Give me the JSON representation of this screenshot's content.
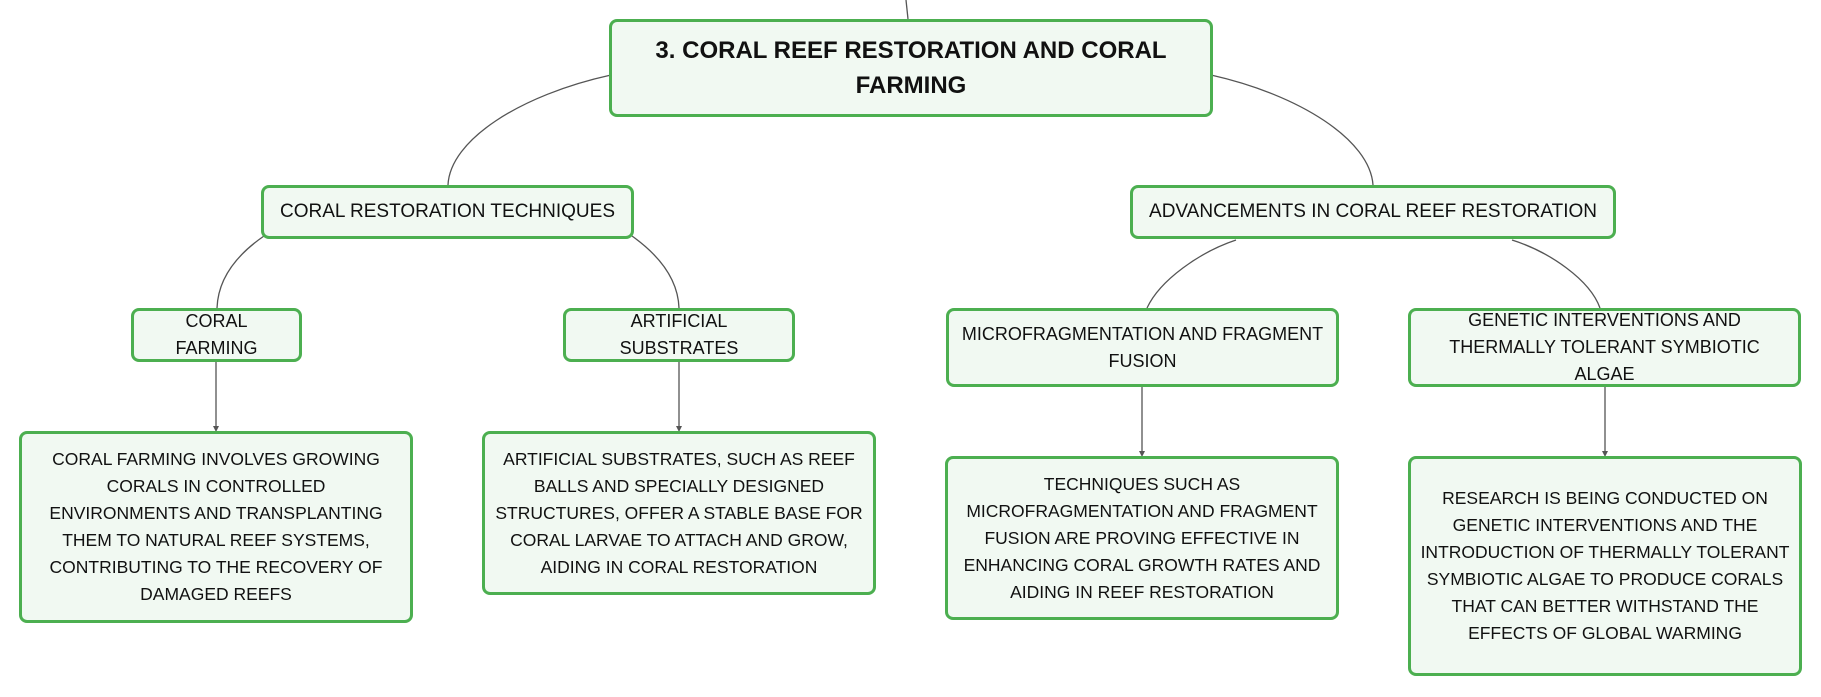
{
  "root": {
    "title": "3. CORAL REEF RESTORATION AND CORAL FARMING"
  },
  "branches": [
    {
      "label": "CORAL RESTORATION TECHNIQUES",
      "children": [
        {
          "label": "CORAL FARMING",
          "detail": "CORAL FARMING INVOLVES GROWING CORALS IN CONTROLLED ENVIRONMENTS AND TRANSPLANTING THEM TO NATURAL REEF SYSTEMS, CONTRIBUTING TO THE RECOVERY OF DAMAGED REEFS"
        },
        {
          "label": "ARTIFICIAL SUBSTRATES",
          "detail": "ARTIFICIAL SUBSTRATES, SUCH AS REEF BALLS AND SPECIALLY DESIGNED STRUCTURES, OFFER A STABLE BASE FOR CORAL LARVAE TO ATTACH AND GROW, AIDING IN CORAL RESTORATION"
        }
      ]
    },
    {
      "label": "ADVANCEMENTS IN CORAL REEF RESTORATION",
      "children": [
        {
          "label": "MICROFRAGMENTATION AND FRAGMENT FUSION",
          "detail": "TECHNIQUES SUCH AS MICROFRAGMENTATION AND FRAGMENT FUSION ARE PROVING EFFECTIVE IN ENHANCING CORAL GROWTH RATES AND AIDING IN REEF RESTORATION"
        },
        {
          "label": "GENETIC INTERVENTIONS AND THERMALLY TOLERANT SYMBIOTIC ALGAE",
          "detail": "RESEARCH IS BEING CONDUCTED ON GENETIC INTERVENTIONS AND THE INTRODUCTION OF THERMALLY TOLERANT SYMBIOTIC ALGAE TO PRODUCE CORALS THAT CAN BETTER WITHSTAND THE EFFECTS OF GLOBAL WARMING"
        }
      ]
    }
  ],
  "colors": {
    "node_border": "#4caf50",
    "node_fill": "#f1f9f2",
    "connector": "#555555",
    "text": "#111111"
  }
}
